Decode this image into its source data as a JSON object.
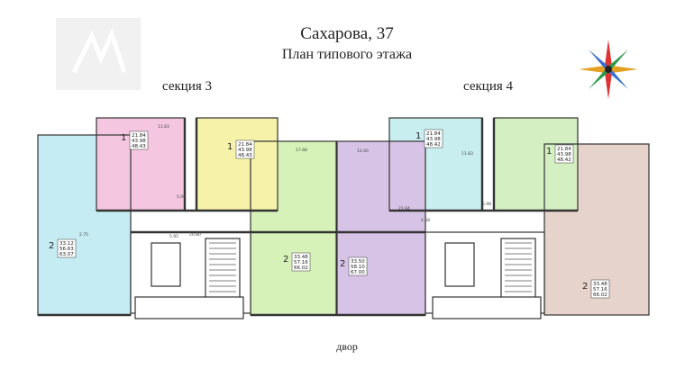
{
  "header": {
    "address": "Сахарова, 37",
    "subtitle": "План типового этажа"
  },
  "sections": [
    {
      "label": "секция 3"
    },
    {
      "label": "секция 4"
    }
  ],
  "footer": {
    "yard": "двор"
  },
  "apartments": [
    {
      "rooms": "1",
      "area_living": "21.84",
      "area_total_a": "43.98",
      "area_total_b": "48.43",
      "color": "#f4c6e0"
    },
    {
      "rooms": "1",
      "area_living": "21.84",
      "area_total_a": "43.98",
      "area_total_b": "48.43",
      "color": "#f6f2a9"
    },
    {
      "rooms": "2",
      "area_living": "33.12",
      "area_total_a": "56.63",
      "area_total_b": "63.07",
      "color": "#c5ecf2"
    },
    {
      "rooms": "2",
      "area_living": "33.48",
      "area_total_a": "57.16",
      "area_total_b": "66.02",
      "color": "#d6f2b8"
    },
    {
      "rooms": "2",
      "area_living": "33.50",
      "area_total_a": "58.10",
      "area_total_b": "67.00",
      "color": "#d7c3e6"
    },
    {
      "rooms": "1",
      "area_living": "21.84",
      "area_total_a": "43.98",
      "area_total_b": "48.42",
      "color": "#c8eef0"
    },
    {
      "rooms": "1",
      "area_living": "21.84",
      "area_total_a": "43.98",
      "area_total_b": "48.42",
      "color": "#d4efc2"
    },
    {
      "rooms": "2",
      "area_living": "33.48",
      "area_total_a": "57.16",
      "area_total_b": "66.02",
      "color": "#e6d3cb"
    }
  ],
  "room_labels": [
    "11.83",
    "5.00",
    "2.75",
    "17.88",
    "5.95",
    "12.00",
    "11.83",
    "5.98",
    "21.84",
    "2.58",
    "20.80"
  ]
}
